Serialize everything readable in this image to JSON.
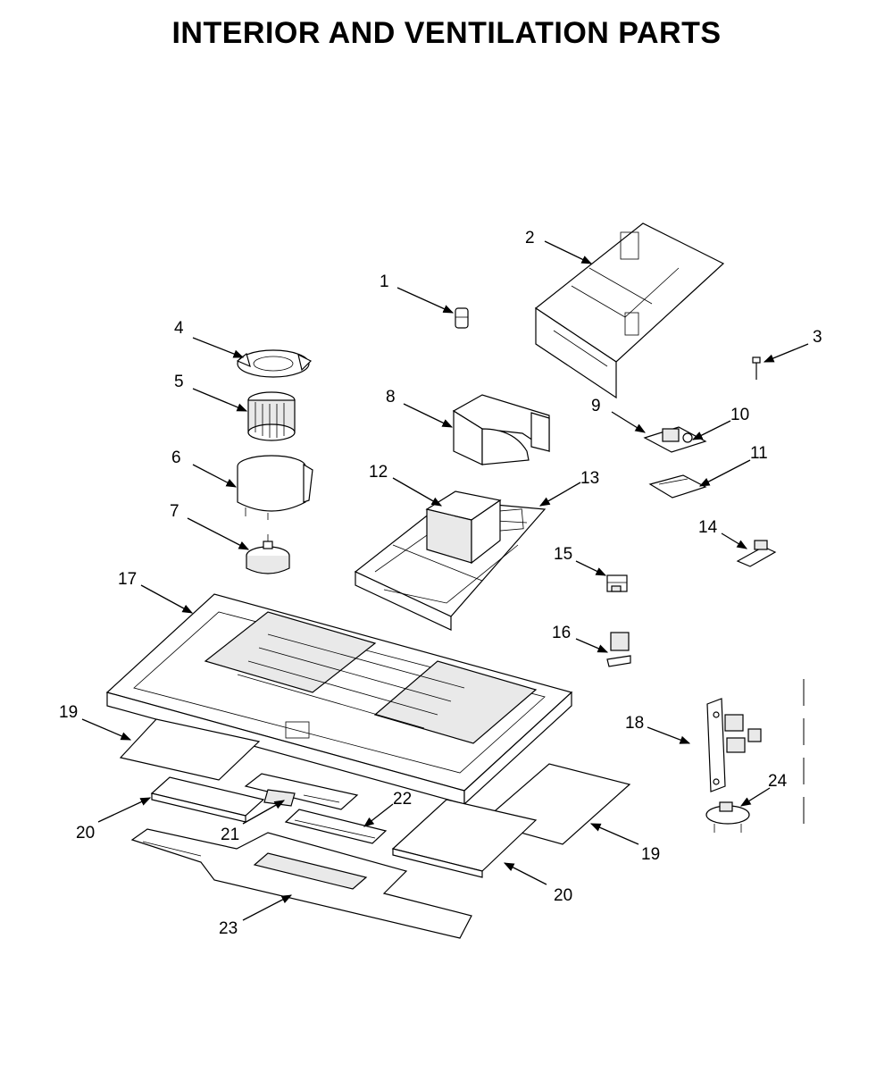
{
  "page": {
    "title": "INTERIOR AND VENTILATION PARTS"
  },
  "callouts": [
    "1",
    "2",
    "3",
    "4",
    "5",
    "6",
    "7",
    "8",
    "9",
    "10",
    "11",
    "12",
    "13",
    "14",
    "15",
    "16",
    "17",
    "18",
    "19",
    "19",
    "20",
    "20",
    "21",
    "22",
    "23",
    "24"
  ]
}
